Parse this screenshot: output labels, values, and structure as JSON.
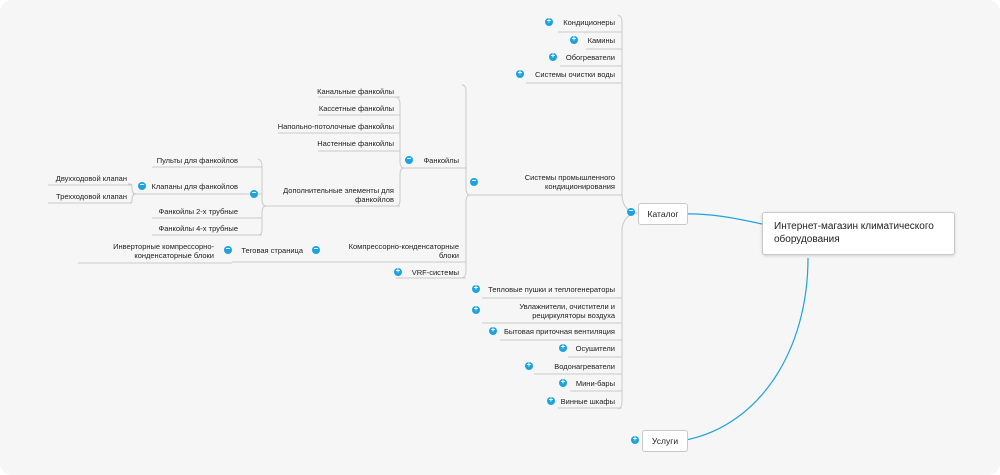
{
  "root": "Интернет-магазин климатического оборудования",
  "catalog": "Каталог",
  "services": "Услуги",
  "catalog_items": {
    "conditioners": "Кондиционеры",
    "fireplaces": "Камины",
    "heaters": "Обогреватели",
    "water": "Системы очистки воды",
    "industrial": "Системы промышленного кондиционирования",
    "thermal": "Тепловые пушки и теплогенераторы",
    "humidifiers": "Увлажнители, очистители и рециркуляторы воздуха",
    "ventilation": "Бытовая приточная вентиляция",
    "dryers": "Осушители",
    "waterheaters": "Водонагреватели",
    "minibars": "Мини-бары",
    "wine": "Винные шкафы"
  },
  "industrial_items": {
    "fancoils": "Фанкойлы",
    "compressor": "Компрессорно-конденсаторные блоки",
    "vrf": "VRF-системы"
  },
  "fancoil_items": {
    "channel": "Канальные фанкойлы",
    "cassette": "Кассетные фанкойлы",
    "floor_ceiling": "Напольно-потолочные фанкойлы",
    "wall": "Настенные фанкойлы",
    "extra": "Дополнительные элементы для фанкойлов"
  },
  "extra_items": {
    "remotes": "Пульты для фанкойлов",
    "valves": "Клапаны для фанкойлов",
    "two_pipe": "Фанкойлы 2-х трубные",
    "four_pipe": "Фанкойлы 4-х трубные"
  },
  "valve_items": {
    "two_way": "Двухходовой клапан",
    "three_way": "Трехходовой клапан"
  },
  "tag_page": "Теговая страница",
  "inverter": "Инверторные компрессорно-конденсаторные блоки",
  "colors": {
    "accent": "#1ca3df",
    "line": "#c9c9c9",
    "background": "#f6f6f6"
  }
}
